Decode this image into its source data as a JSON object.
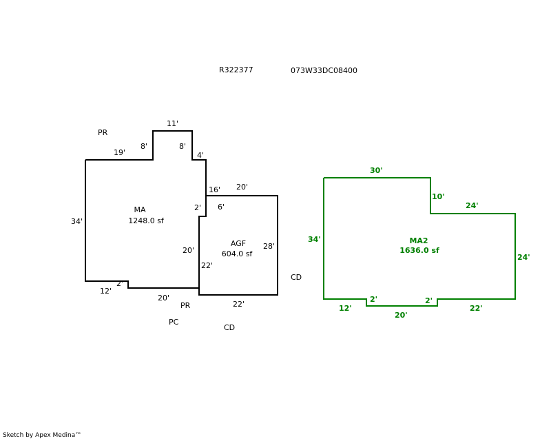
{
  "header": {
    "account": "R322377",
    "map_tax_lot": "073W33DC08400"
  },
  "colors": {
    "primary": "#000000",
    "secondary": "#008000"
  },
  "areas": {
    "ma": {
      "name": "MA",
      "area": "1248.0 sf"
    },
    "agf": {
      "name": "AGF",
      "area": "604.0 sf"
    },
    "ma2": {
      "name": "MA2",
      "area": "1636.0 sf"
    }
  },
  "labels": {
    "pr_top": "PR",
    "pr_bottom": "PR",
    "pc": "PC",
    "cd_bottom": "CD",
    "cd_right": "CD"
  },
  "dims_ma": [
    "11'",
    "8'",
    "19'",
    "8'",
    "4'",
    "16'",
    "2'",
    "34'",
    "20'",
    "12'",
    "2'",
    "20'"
  ],
  "dims_agf": [
    "20'",
    "6'",
    "28'",
    "22'",
    "22'"
  ],
  "dims_ma2": [
    "30'",
    "10'",
    "24'",
    "34'",
    "24'",
    "12'",
    "2'",
    "2'",
    "20'",
    "22'"
  ],
  "footer": "Sketch by Apex Medina™"
}
